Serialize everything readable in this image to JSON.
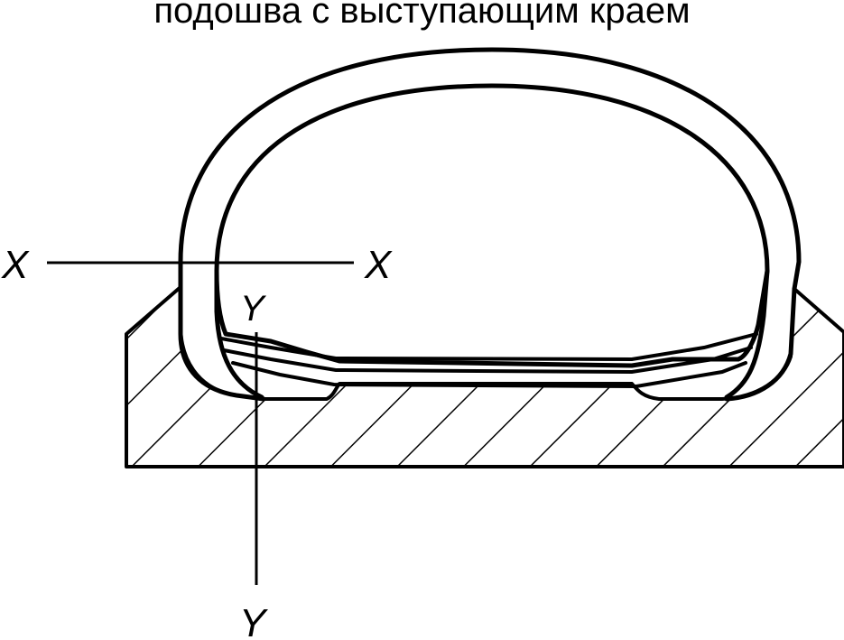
{
  "title": "подошва с выступающим краем",
  "labels": {
    "x_left": "X",
    "x_right": "X",
    "y_top": "Y",
    "y_bottom": "Y"
  },
  "colors": {
    "stroke": "#000000",
    "background": "#ffffff"
  }
}
